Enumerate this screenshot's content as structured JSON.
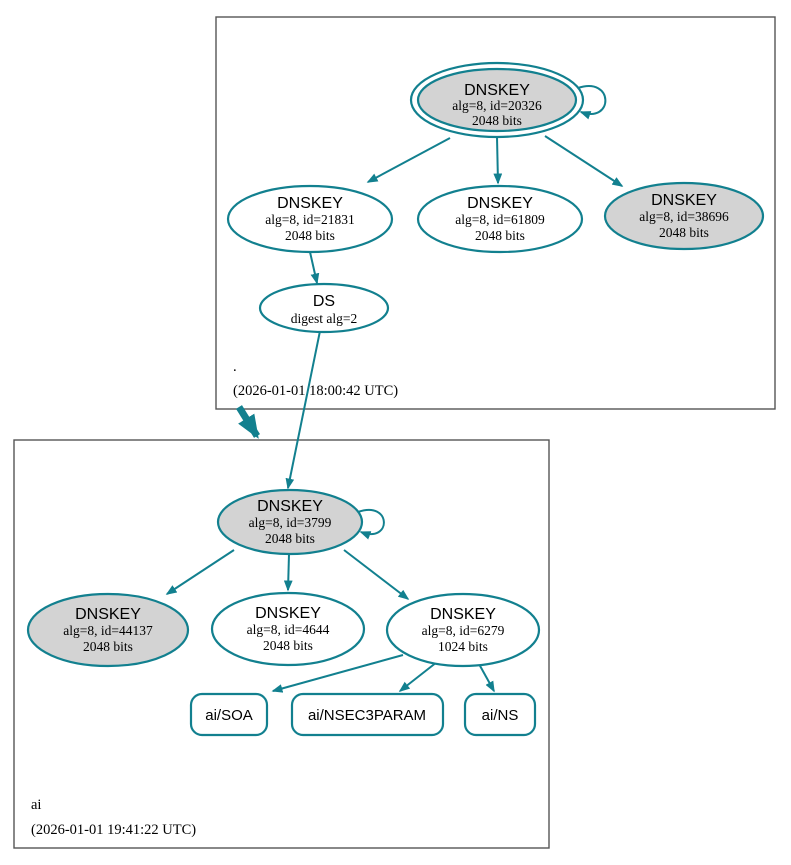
{
  "diagram": {
    "type": "dnssec-authentication-graph",
    "colors": {
      "edge": "#12808f",
      "node_fill_gray": "#d3d3d3",
      "node_fill_white": "#ffffff",
      "cluster_border": "#555555",
      "background": "#ffffff"
    },
    "zones": {
      "root": {
        "label": ".",
        "timestamp": "(2026-01-01 18:00:42 UTC)"
      },
      "ai": {
        "label": "ai",
        "timestamp": "(2026-01-01 19:41:22 UTC)"
      }
    },
    "nodes": {
      "root_ksk_20326": {
        "title": "DNSKEY",
        "detail1": "alg=8, id=20326",
        "detail2": "2048 bits"
      },
      "root_key_21831": {
        "title": "DNSKEY",
        "detail1": "alg=8, id=21831",
        "detail2": "2048 bits"
      },
      "root_key_61809": {
        "title": "DNSKEY",
        "detail1": "alg=8, id=61809",
        "detail2": "2048 bits"
      },
      "root_key_38696": {
        "title": "DNSKEY",
        "detail1": "alg=8, id=38696",
        "detail2": "2048 bits"
      },
      "root_ds": {
        "title": "DS",
        "detail1": "digest alg=2"
      },
      "ai_ksk_3799": {
        "title": "DNSKEY",
        "detail1": "alg=8, id=3799",
        "detail2": "2048 bits"
      },
      "ai_key_44137": {
        "title": "DNSKEY",
        "detail1": "alg=8, id=44137",
        "detail2": "2048 bits"
      },
      "ai_key_4644": {
        "title": "DNSKEY",
        "detail1": "alg=8, id=4644",
        "detail2": "2048 bits"
      },
      "ai_key_6279": {
        "title": "DNSKEY",
        "detail1": "alg=8, id=6279",
        "detail2": "1024 bits"
      },
      "rrset_soa": {
        "label": "ai/SOA"
      },
      "rrset_nsec3param": {
        "label": "ai/NSEC3PARAM"
      },
      "rrset_ns": {
        "label": "ai/NS"
      }
    }
  }
}
